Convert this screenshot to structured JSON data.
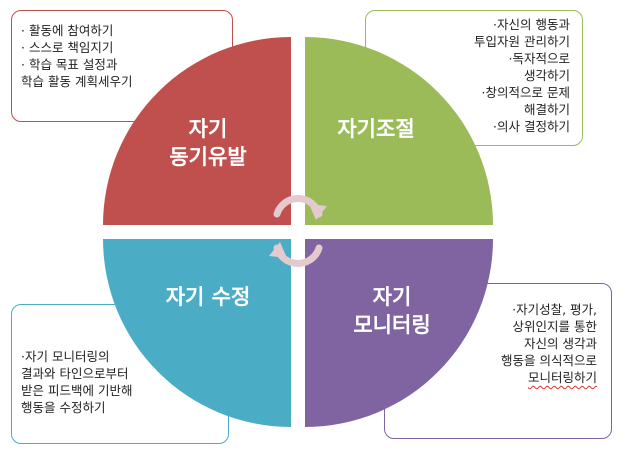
{
  "quadrants": {
    "top_left": {
      "title_lines": [
        "자기",
        "동기유발"
      ],
      "color": "#c0504d"
    },
    "top_right": {
      "title_lines": [
        "자기조절"
      ],
      "color": "#9bbb59"
    },
    "bottom_left": {
      "title_lines": [
        "자기 수정"
      ],
      "color": "#4bacc6"
    },
    "bottom_right": {
      "title_lines": [
        "자기",
        "모니터링"
      ],
      "color": "#8064a2"
    }
  },
  "notes": {
    "top_left": [
      "· 활동에 참여하기",
      "· 스스로 책임지기",
      "· 학습 목표 설정과",
      "학습 활동 계획세우기"
    ],
    "top_right": [
      "·자신의 행동과",
      "투입자원 관리하기",
      "·독자적으로",
      "생각하기",
      "·창의적으로 문제",
      "해결하기",
      "·의사 결정하기"
    ],
    "bottom_left": [
      "·자기 모니터링의",
      "결과와 타인으로부터",
      "받은 피드백에 기반해",
      "행동을 수정하기"
    ],
    "bottom_right": [
      "·자기성찰, 평가,",
      "상위인지를 통한",
      "자신의 생각과",
      "행동을 의식적으로",
      "모니터링하기"
    ]
  },
  "arrow_color": "#e4c9ce"
}
